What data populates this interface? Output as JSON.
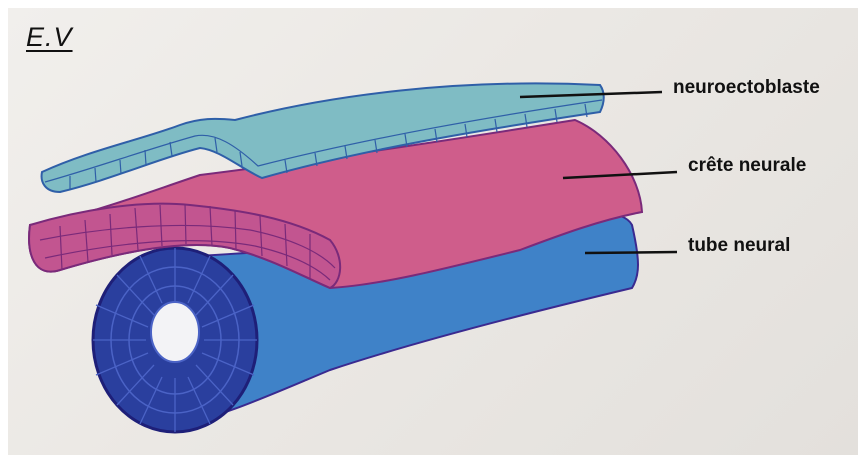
{
  "signature": "E.V",
  "labels": {
    "neuroectoblast": "neuroectoblaste",
    "neural_crest": "crête neurale",
    "neural_tube": "tube neural"
  },
  "colors": {
    "neuroectoblast_fill": "#7fbcc4",
    "neural_crest_fill": "#cf5d8b",
    "neural_tube_fill": "#3f82c8",
    "tube_cross_section": "#2a3f9e",
    "outline_ink": "#3a2a90"
  }
}
